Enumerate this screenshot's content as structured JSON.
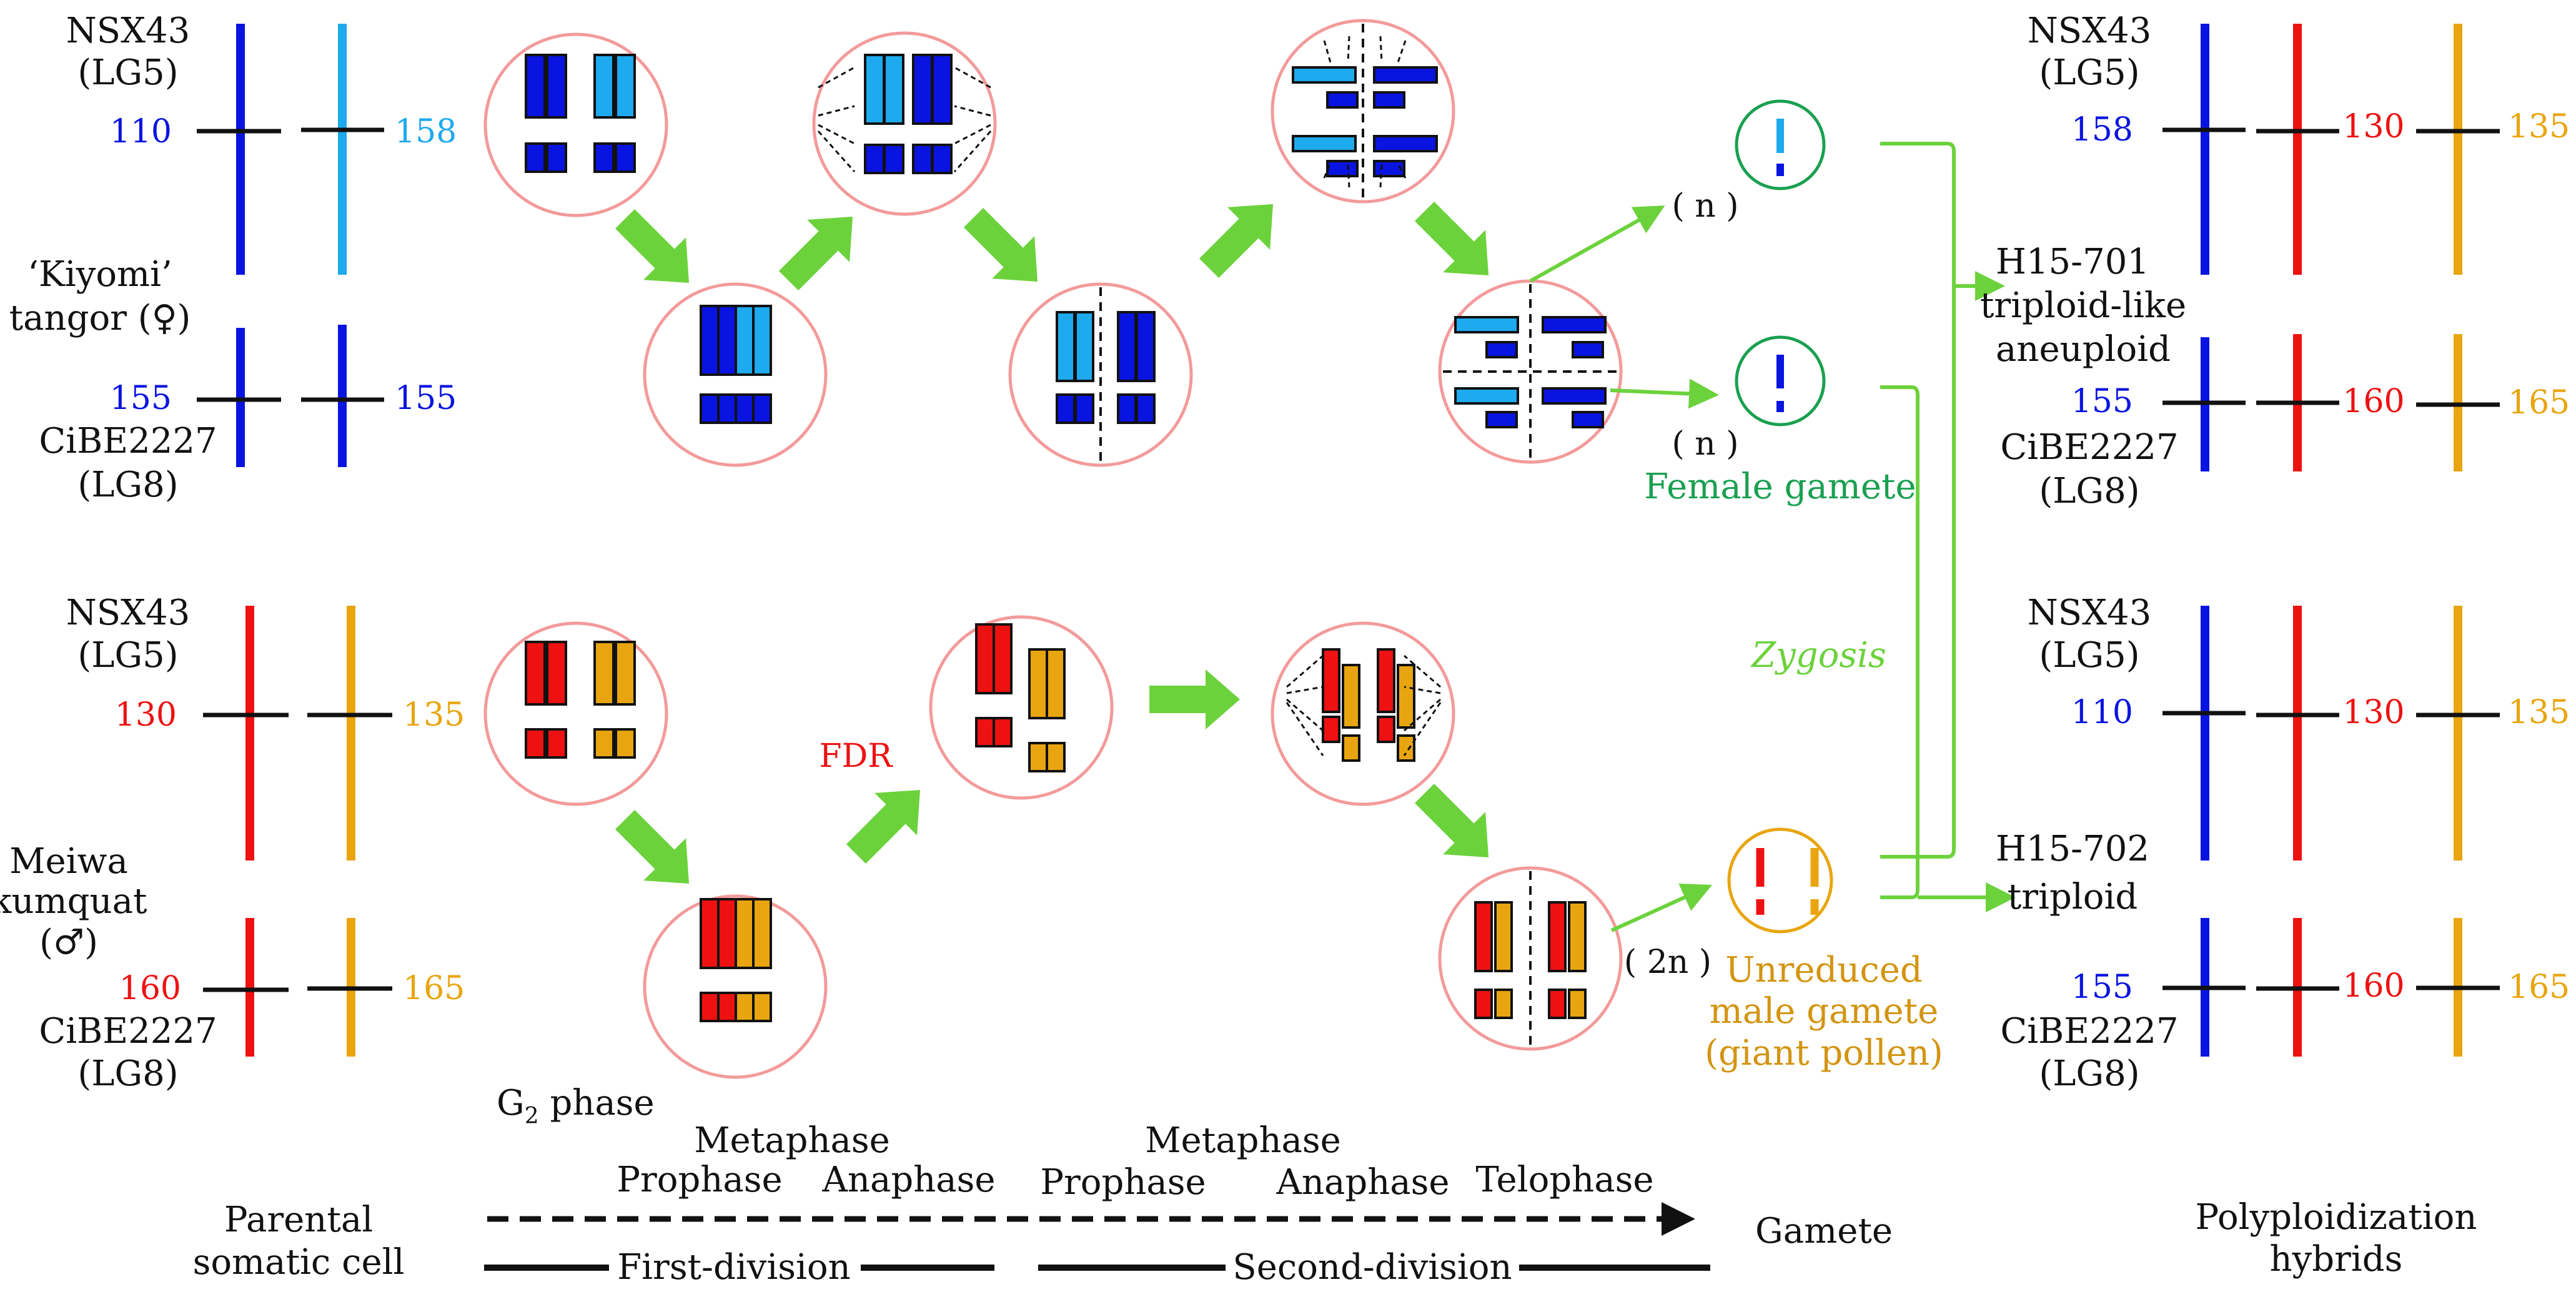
{
  "colors": {
    "blue": "#0a14e0",
    "light_blue": "#1eaaee",
    "red": "#ee1111",
    "orange": "#e8a50f",
    "green": "#6cd23c",
    "circle": "#f39a9a",
    "green_text": "#1aa050",
    "orange_text": "#d39410"
  },
  "parents": {
    "kiyomi": {
      "marker_top": "NSX43",
      "marker_top_lg": "(LG5)",
      "val_left_top": "110",
      "val_right_top": "158",
      "name_line1": "‘Kiyomi’",
      "name_line2": "tangor (♀)",
      "val_left_bottom": "155",
      "val_right_bottom": "155",
      "marker_bottom": "CiBE2227",
      "marker_bottom_lg": "(LG8)"
    },
    "meiwa": {
      "marker_top": "NSX43",
      "marker_top_lg": "(LG5)",
      "val_left_top": "130",
      "val_right_top": "135",
      "name_line1": "Meiwa",
      "name_line2": "kumquat",
      "name_line3": "(♂)",
      "val_left_bottom": "160",
      "val_right_bottom": "165",
      "marker_bottom": "CiBE2227",
      "marker_bottom_lg": "(LG8)"
    }
  },
  "labels": {
    "fdr": "FDR",
    "n_top": "( n )",
    "n_bottom": "( n )",
    "two_n": "( 2n )",
    "female_gamete": "Female gamete",
    "zygosis": "Zygosis",
    "unreduced_1": "Unreduced",
    "unreduced_2": "male gamete",
    "unreduced_3": "(giant pollen)"
  },
  "hybrids": {
    "h701": {
      "marker_top": "NSX43",
      "marker_top_lg": "(LG5)",
      "v1": "158",
      "v2": "130",
      "v3": "135",
      "name": "H15-701",
      "type_line1": "triploid-like",
      "type_line2": "aneuploid",
      "v4": "155",
      "v5": "160",
      "v6": "165",
      "marker_bottom": "CiBE2227",
      "marker_bottom_lg": "(LG8)"
    },
    "h702": {
      "marker_top": "NSX43",
      "marker_top_lg": "(LG5)",
      "v1": "110",
      "v2": "130",
      "v3": "135",
      "name": "H15-702",
      "type_line1": "triploid",
      "v4": "155",
      "v5": "160",
      "v6": "165",
      "marker_bottom": "CiBE2227",
      "marker_bottom_lg": "(LG8)"
    }
  },
  "timeline": {
    "g2_prefix": "G",
    "g2_sub": "2",
    "g2_suffix": " phase",
    "metaphase_1": "Metaphase",
    "prophase_1": "Prophase",
    "anaphase_1": "Anaphase",
    "metaphase_2": "Metaphase",
    "prophase_2": "Prophase",
    "anaphase_2": "Anaphase",
    "telophase": "Telophase",
    "first_division": "First-division",
    "second_division": "Second-division"
  },
  "footer": {
    "parental_1": "Parental",
    "parental_2": "somatic cell",
    "gamete": "Gamete",
    "poly_1": "Polyploidization",
    "poly_2": "hybrids"
  }
}
